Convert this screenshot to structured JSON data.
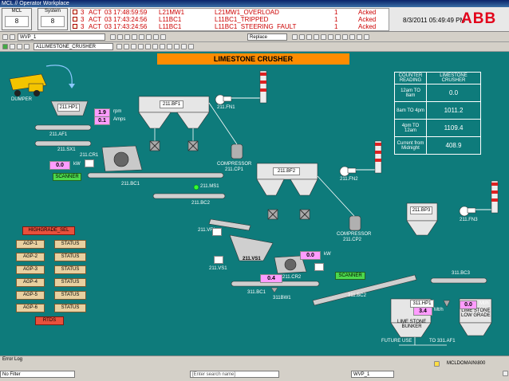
{
  "window": {
    "title": "MCL // Operator Workplace"
  },
  "counters": [
    {
      "label": "MCL",
      "value": "8"
    },
    {
      "label": "System",
      "value": "8"
    }
  ],
  "alarms": [
    {
      "num": "3",
      "state": "ACT",
      "time": "03 17:48:59:59",
      "object": "L21MW1",
      "desc": "L21MW1_OVERLOAD",
      "count": "1",
      "status": "Acked"
    },
    {
      "num": "3",
      "state": "ACT",
      "time": "03 17:43:24:56",
      "object": "L11BC1",
      "desc": "L11BC1_TRIPPED",
      "count": "1",
      "status": "Acked"
    },
    {
      "num": "3",
      "state": "ACT",
      "time": "03 17:43:24:56",
      "object": "L11BC1",
      "desc": "L11BC1_STEERING_FAULT",
      "count": "1",
      "status": "Acked"
    }
  ],
  "clock": "8/3/2011 05:49:49 PM",
  "brand": {
    "logo": "ABB",
    "color": "#e2001a"
  },
  "toolbar": {
    "area_combo": "WVP_1",
    "replace_combo": "Replace",
    "display_combo": "A1LIMESTONE_CRUSHER"
  },
  "display": {
    "title": "LIMESTONE CRUSHER",
    "labels": {
      "dumper": "DUMPER",
      "hp1": "211.HP1",
      "af1": "211.AF1",
      "sx1": "211.SX1",
      "cr1": "211.CR1",
      "bc1": "211.BC1",
      "bf1": "211.BF1",
      "fn1": "211.FN1",
      "compressor_cp1": "COMPRESSOR",
      "cp1": "211.CP1",
      "ms1": "211.MS1",
      "bc2": "211.BC2",
      "vf1": "211.VF1",
      "bf2": "211.BF2",
      "fn2": "211.FN2",
      "compressor_cp2": "COMPRESSOR",
      "cp2": "211.CP2",
      "bp3": "211.BP3",
      "fn3": "211.FN3",
      "vs1": "211.VS1",
      "vs1b": "211.VS1",
      "cr2": "211.CR2",
      "bc1_311": "311.BC1",
      "bw1": "311BW1",
      "bc2_311": "311.BC2",
      "bc3_311": "311.BC3",
      "hp1_311": "311.HP1",
      "bunker": "LIME STONE\nBUNKER",
      "lowgrade": "LIME STONE\nLOW GRADE",
      "future_use": "FUTURE USE",
      "to_af1": "TO 331.AF1"
    },
    "values": {
      "rpm": "1.9",
      "rpm_unit": "rpm",
      "amps": "0.1",
      "amps_unit": "Amps",
      "kw1": "0.0",
      "kw1_unit": "kW",
      "kw2": "0.0",
      "kw2_unit": "kW",
      "v04": "0.4",
      "mth_1": "3.4",
      "mth_1_unit": "Mt/h",
      "mth_2": "0.0",
      "mth_2_unit": "Mt/h"
    },
    "scanner_labels": [
      "SCANNER",
      "SCANNER"
    ],
    "highgrade_label": "HIGHGRADE_SEL",
    "agp": [
      {
        "name": "AGP-1",
        "status": "STATUS"
      },
      {
        "name": "AGP-2",
        "status": "STATUS"
      },
      {
        "name": "AGP-3",
        "status": "STATUS"
      },
      {
        "name": "AGP-4",
        "status": "STATUS"
      },
      {
        "name": "AGP-5",
        "status": "STATUS"
      },
      {
        "name": "AGP-6",
        "status": "STATUS"
      }
    ],
    "rtds": "RTDS",
    "reading_table": {
      "headers": [
        "COUNTER READING",
        "LIMESTONE CRUSHER"
      ],
      "rows": [
        {
          "period": "12am TO 8am",
          "value": "0.0"
        },
        {
          "period": "8am TO 4pm",
          "value": "1011.2"
        },
        {
          "period": "4pm TO 12am",
          "value": "1109.4"
        },
        {
          "period": "Current from Midnight",
          "value": "408.9"
        }
      ]
    }
  },
  "statusbar": {
    "error_log": "Error Log",
    "no_filter": "No Filter",
    "search_placeholder": "[Enter search name]",
    "area": "WVP_1",
    "node": "MCLDOMAIN\\800"
  },
  "colors": {
    "background": "#0e7b7b",
    "title_bar": "#ff8c00",
    "value_box": "#ff9cff",
    "scanner": "#4cd94c"
  }
}
